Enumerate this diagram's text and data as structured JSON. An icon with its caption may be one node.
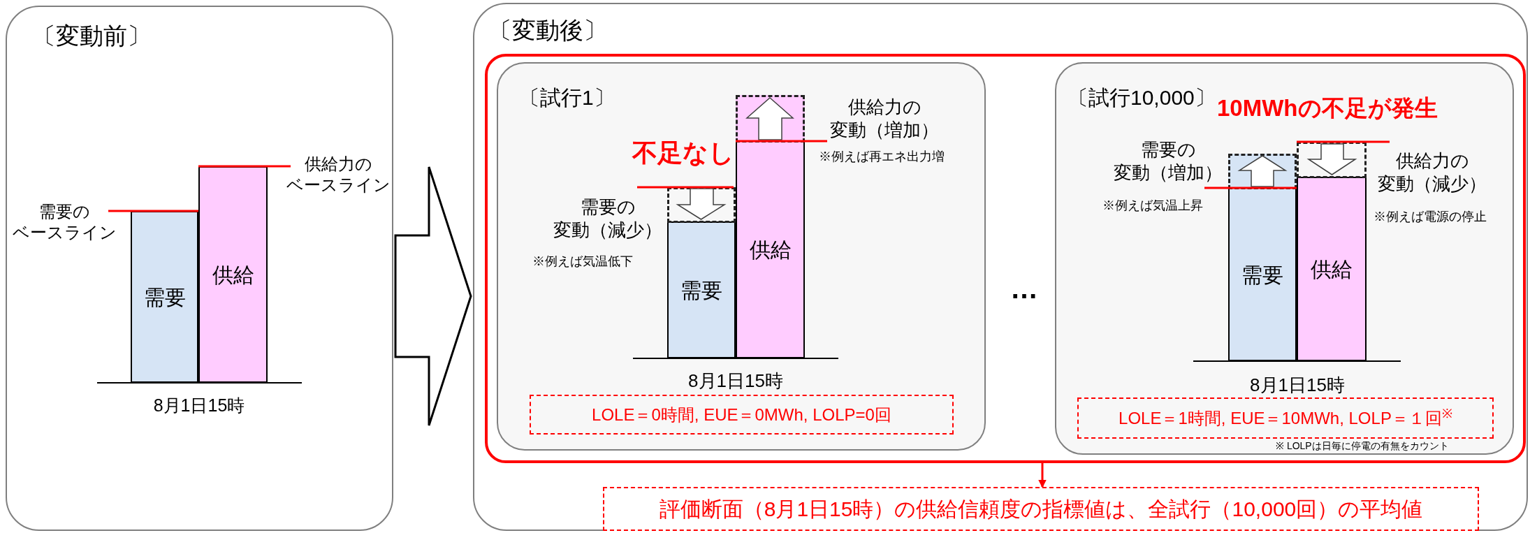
{
  "diagram": {
    "nodes": [
      {
        "text": [
          "〔変動前〕"
        ]
      },
      {
        "text": [
          "需要"
        ],
        "in": 0,
        "beside": [
          "需要のベースライン"
        ]
      },
      {
        "text": [
          "供給"
        ],
        "in": 0,
        "beside": [
          "供給力のベースライン"
        ]
      },
      {
        "text": [
          "〔変動後〕"
        ]
      },
      {
        "text": [],
        "shape": "box",
        "in": 3
      },
      {
        "text": [
          "〔試行1〕"
        ],
        "in": 4
      },
      {
        "text": [
          "需要"
        ],
        "in": 5,
        "beside": [
          "需要の変動（減少）",
          "※例えば気温低下"
        ]
      },
      {
        "text": [
          "供給"
        ],
        "in": 5,
        "beside": [
          "供給力の変動（増加）",
          "※例えば再エネ出力増"
        ]
      },
      {
        "text": [
          "LOLE＝0時間, EUE＝0MWh, LOLP=0回"
        ],
        "in": 5
      },
      {
        "text": [
          "〔試行10,000〕"
        ],
        "in": 4
      },
      {
        "text": [
          "需要"
        ],
        "in": 9,
        "beside": [
          "需要の変動（増加）",
          "※例えば気温上昇"
        ]
      },
      {
        "text": [
          "供給"
        ],
        "in": 9,
        "beside": [
          "供給力の変動（減少）",
          "※例えば電源の停止"
        ]
      },
      {
        "text": [
          "LOLE＝1時間, EUE＝10MWh, LOLP＝１回$^{※}$"
        ],
        "in": 9,
        "beside": [
          "※ LOLPは日毎に停電の有無をカウント"
        ]
      },
      {
        "text": [
          "評価断面（8月1日15時）の供給信頼度の指標値は、全試行（10,000回）の平均値"
        ],
        "in": 3
      },
      {
        "text": [],
        "shape": "box",
        "in": 5
      },
      {
        "text": [],
        "shape": "box",
        "in": 5
      },
      {
        "text": [],
        "shape": "box",
        "in": 9
      },
      {
        "text": [],
        "shape": "box",
        "in": 9
      }
    ],
    "edges": [
      {
        "from": 0,
        "to": 3,
        "arrow": "to"
      },
      {
        "from": 4,
        "to": 13,
        "arrow": "to",
        "color": "#ff0000"
      }
    ],
    "labels": [
      "8月1日15時",
      "不足なし",
      "8月1日15時",
      "…",
      "10MWhの不足が発生",
      "8月1日15時"
    ]
  }
}
